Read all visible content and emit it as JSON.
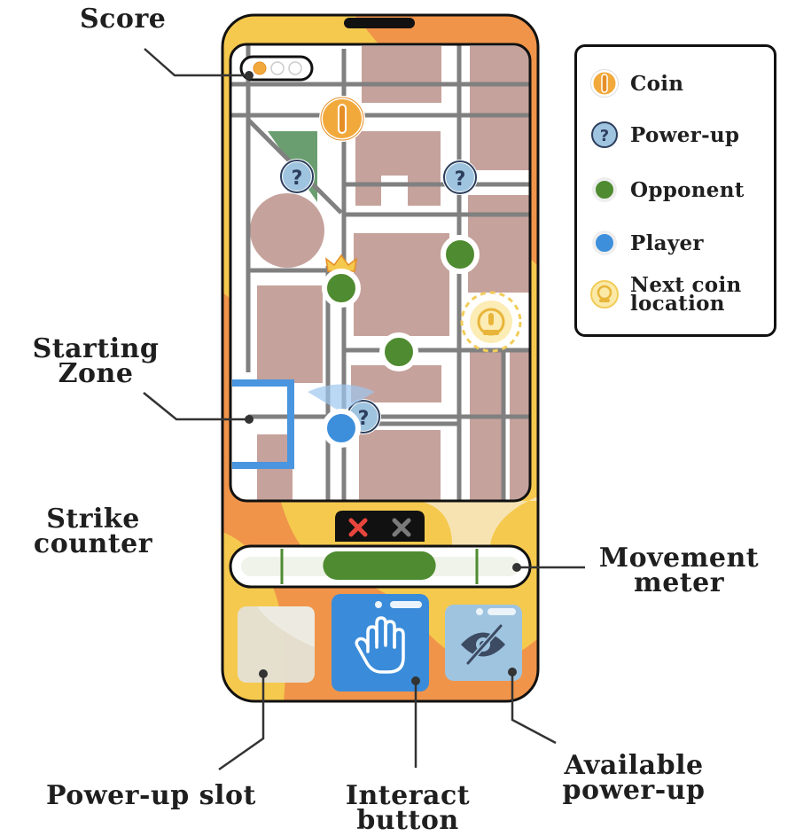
{
  "callouts": {
    "score": "Score",
    "starting_zone": [
      "Starting",
      "Zone"
    ],
    "strike_counter": [
      "Strike",
      "counter"
    ],
    "movement_meter": [
      "Movement",
      "meter"
    ],
    "powerup_slot": "Power-up slot",
    "interact_button": [
      "Interact",
      "button"
    ],
    "available_powerup": [
      "Available",
      "power-up"
    ]
  },
  "legend": {
    "coin": "Coin",
    "powerup": "Power-up",
    "opponent": "Opponent",
    "player": "Player",
    "next_coin": [
      "Next coin",
      "location"
    ]
  },
  "hud": {
    "score_pips": [
      1,
      0,
      0
    ],
    "strikes": [
      1,
      0
    ],
    "movement_level": 0.45
  },
  "map": {
    "powerup_glyph": "?"
  },
  "colors": {
    "phone_bg": "#F5C94E",
    "map_block": "#C6A29C",
    "road": "#808080",
    "coin": "#F2A93B",
    "powerup": "#9FC4E0",
    "opponent": "#4F8B30",
    "player": "#3D8FDB",
    "interact": "#3A8CDA",
    "strike_active": "#E8453C"
  },
  "icons": {
    "interact": "hand-icon",
    "available_powerup": "eye-slash-icon"
  }
}
